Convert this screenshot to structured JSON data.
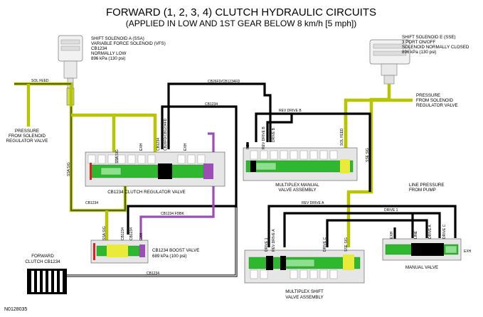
{
  "title": "FORWARD (1, 2, 3, 4) CLUTCH HYDRAULIC CIRCUITS",
  "subtitle": "(APPLIED IN LOW AND 1ST GEAR BELOW 8 km/h [5 mph])",
  "figure_id": "N0128035",
  "solenoid_a": {
    "line1": "SHIFT SOLENOID A (SSA)",
    "line2": "VARIABLE FORCE SOLENOID (VFS)",
    "line3": "CB1234",
    "line4": "NORMALLY LOW",
    "line5": "896 kPa (130 psi)"
  },
  "solenoid_e": {
    "line1": "SHIFT SOLENOID E (SSE)",
    "line2": "3 PORT ON/OFF",
    "line3": "SOLENOID NORMALLY CLOSED",
    "line4": "896 kPa (130 psi)"
  },
  "pressure_left": {
    "line1": "PRESSURE",
    "line2": "FROM SOLENOID",
    "line3": "REGULATOR VALVE"
  },
  "pressure_right": {
    "line1": "PRESSURE",
    "line2": "FROM SOLENOID",
    "line3": "REGULATOR VALVE"
  },
  "line_pressure": {
    "line1": "LINE PRESSURE",
    "line2": "FROM PUMP"
  },
  "labels": {
    "sol_feed": "SOL FEED",
    "ssa_sig": "SSA SIG",
    "ssa_sig_valve": "SSA SIG",
    "exh": "EXH",
    "cb1234": "CB1234",
    "cb26fd": "CB26FD/CB1234FD",
    "cb26fd_top": "CB26FD/CB1234FD",
    "rev_drive_b": "REV DRIVE B",
    "rev_drive_b_v": "REV DRIVE B",
    "drive_b_v": "DRIVE B",
    "rev": "REV",
    "sol_feed_v": "SOL FEED",
    "sse_sig": "SSE SIG",
    "sse_sig_v": "SSE SIG",
    "cb1234_fdbk": "CB1234 FDBK",
    "rev_drive_a": "REV DRIVE A",
    "drive_1": "DRIVE 1",
    "drive_1_v": "DRIVE 1",
    "rev_drive_a_v": "REV DRIVE A",
    "drive_c_v": "DRIVE C",
    "line": "LINE",
    "drive_a": "DRIVE A",
    "drive_c": "DRIVE C",
    "cb1234_low": "CB1234",
    "cb1234_boost1": "CB1234",
    "cb1234_boost2": "CB1234"
  },
  "valves": {
    "reg_valve": "CB1234 CLUTCH REGULATOR VALVE",
    "boost_valve_1": "CB1234 BOOST VALVE",
    "boost_valve_2": "689 kPa (100 psi)",
    "manual_mux_1": "MULTIPLEX MANUAL",
    "manual_mux_2": "VALVE ASSEMBLY",
    "shift_mux_1": "MULTIPLEX SHIFT",
    "shift_mux_2": "VALVE ASSEMBLY",
    "manual_valve": "MANUAL VALVE"
  },
  "clutch": {
    "line1": "FORWARD",
    "line2": "CLUTCH CB1234"
  },
  "colors": {
    "pressurized_fluid": "#b7c400",
    "feedback_fluid": "#9b4fb5",
    "valve_spool": "#2fb82f",
    "exhaust": "#000000"
  }
}
